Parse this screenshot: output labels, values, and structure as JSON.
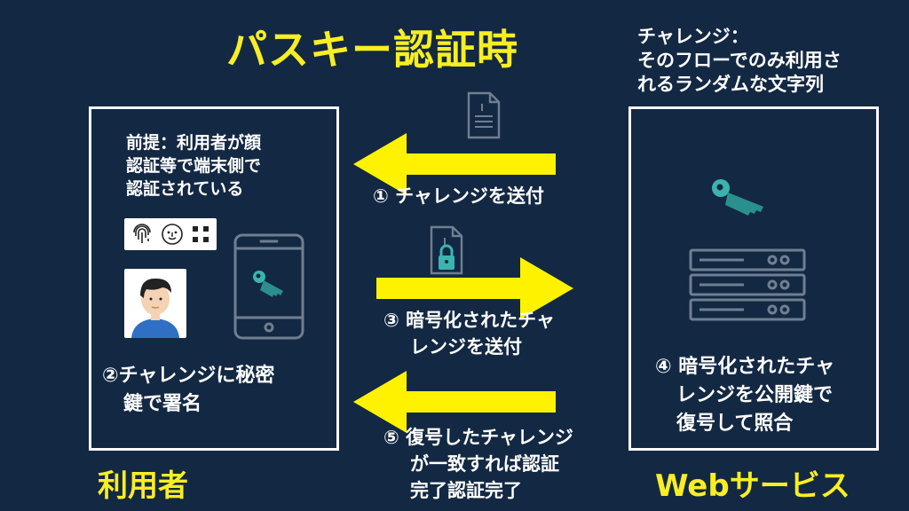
{
  "title": "パスキー認証時",
  "challenge_note": {
    "lines": [
      "チャレンジ：",
      "そのフローでのみ利用さ",
      "れるランダムな文字列"
    ]
  },
  "user_box": {
    "premise_lines": [
      "前提：利用者が顔",
      "認証等で端末側で",
      "認証されている"
    ],
    "sign_lines": [
      "②チャレンジに秘密",
      "鍵で署名"
    ],
    "label": "利用者"
  },
  "server_box": {
    "verify_lines": [
      "④ 暗号化されたチャ",
      "レンジを公開鍵で",
      "復号して照合"
    ],
    "label": "Webサービス"
  },
  "steps": {
    "step1": "① チャレンジを送付",
    "step3_lines": [
      "③ 暗号化されたチャ",
      "レンジを送付"
    ],
    "step5_lines": [
      "⑤ 復号したチャレンジ",
      "が一致すれば認証",
      "完了認証完了"
    ]
  },
  "colors": {
    "background": "#132843",
    "accent_yellow": "#f9ee23",
    "arrow_yellow": "#fff200",
    "key_teal": "#3bb4b0",
    "icon_gray": "#6f7f91"
  },
  "icons": {
    "document": "document-icon",
    "locked_document": "locked-document-icon",
    "key": "key-icon",
    "server": "server-icon",
    "fingerprint": "fingerprint-icon",
    "face": "face-id-icon",
    "grid": "grid-icon",
    "avatar": "user-avatar",
    "phone": "smartphone-icon"
  }
}
